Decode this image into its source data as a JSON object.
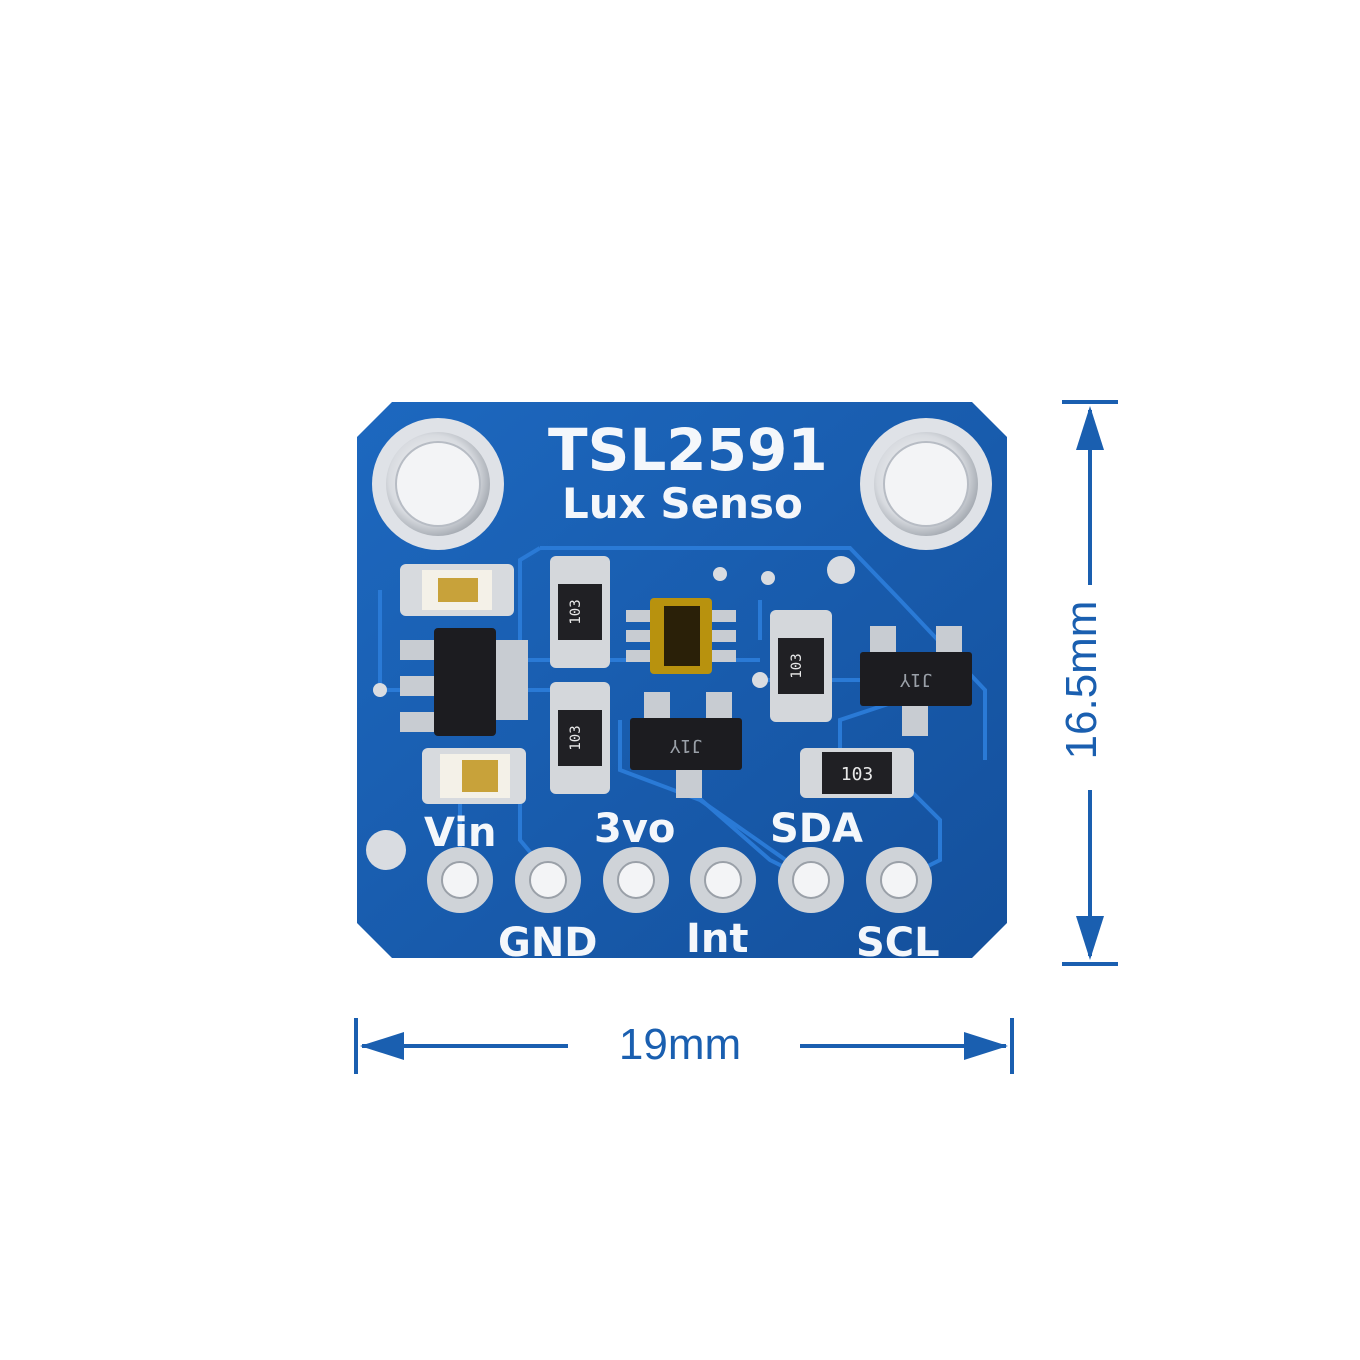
{
  "board": {
    "title": "TSL2591",
    "subtitle": "Lux Senso",
    "pins_top": [
      "Vin",
      "3vo",
      "SDA"
    ],
    "pins_bottom": [
      "GND",
      "Int",
      "SCL"
    ],
    "resistor_code": "103",
    "transistor_code": "J1Y"
  },
  "dimensions": {
    "width_label": "19mm",
    "height_label": "16.5mm"
  },
  "colors": {
    "pcb": "#1a5fb0",
    "dimension_line": "#1a5fb0",
    "pad": "#c8ccd2"
  }
}
